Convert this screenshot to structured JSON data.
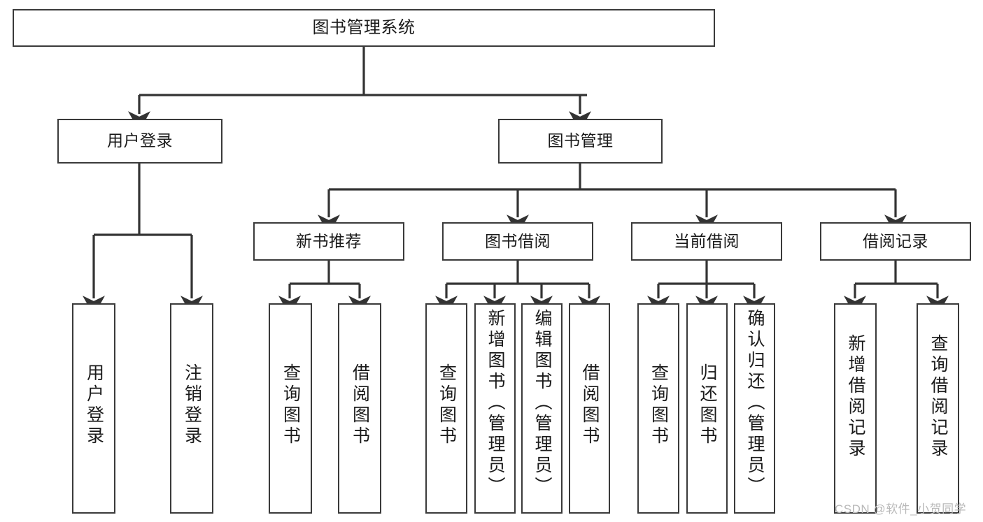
{
  "diagram": {
    "title": "图书管理系统",
    "type": "function-structure-tree",
    "orientation": "top-down",
    "colors": {
      "node_border": "#3a3a3a",
      "node_fill": "#ffffff",
      "edge": "#333333",
      "text": "#1a1a1a",
      "watermark": "#b9b9b9",
      "background": "#ffffff"
    }
  },
  "nodes": {
    "root": {
      "label": "图书管理系统",
      "level": 1
    },
    "level2": [
      {
        "id": "user-login",
        "label": "用户登录"
      },
      {
        "id": "book-management",
        "label": "图书管理"
      }
    ],
    "level3": [
      {
        "id": "new-book-recommend",
        "label": "新书推荐",
        "parent": "book-management"
      },
      {
        "id": "book-borrow",
        "label": "图书借阅",
        "parent": "book-management"
      },
      {
        "id": "current-borrow",
        "label": "当前借阅",
        "parent": "book-management"
      },
      {
        "id": "borrow-record",
        "label": "借阅记录",
        "parent": "book-management"
      }
    ],
    "leaves": [
      {
        "id": "leaf-user-login",
        "label": "用户登录",
        "parent": "user-login"
      },
      {
        "id": "leaf-logout-login",
        "label": "注销登录",
        "parent": "user-login"
      },
      {
        "id": "leaf-query-book-1",
        "label": "查询图书",
        "parent": "new-book-recommend"
      },
      {
        "id": "leaf-borrow-book-1",
        "label": "借阅图书",
        "parent": "new-book-recommend"
      },
      {
        "id": "leaf-query-book-2",
        "label": "查询图书",
        "parent": "book-borrow"
      },
      {
        "id": "leaf-add-book",
        "label": "新增图书（管理员）",
        "parent": "book-borrow"
      },
      {
        "id": "leaf-edit-book",
        "label": "编辑图书（管理员）",
        "parent": "book-borrow"
      },
      {
        "id": "leaf-borrow-book-2",
        "label": "借阅图书",
        "parent": "book-borrow"
      },
      {
        "id": "leaf-query-book-3",
        "label": "查询图书",
        "parent": "current-borrow"
      },
      {
        "id": "leaf-return-book",
        "label": "归还图书",
        "parent": "current-borrow"
      },
      {
        "id": "leaf-confirm-return",
        "label": "确认归还（管理员）",
        "parent": "current-borrow"
      },
      {
        "id": "leaf-add-record",
        "label": "新增借阅记录",
        "parent": "borrow-record"
      },
      {
        "id": "leaf-query-record",
        "label": "查询借阅记录",
        "parent": "borrow-record"
      }
    ]
  },
  "watermark": {
    "text": "CSDN @软件_小贺同学"
  }
}
